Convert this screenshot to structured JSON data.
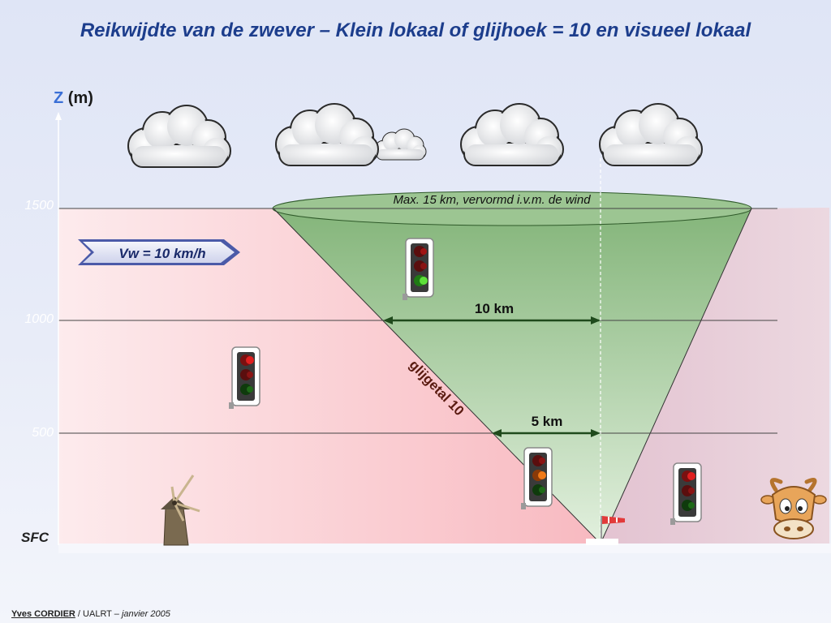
{
  "slide": {
    "title": "Reikwijdte van de zwever – Klein lokaal of glijhoek = 10 en visueel lokaal"
  },
  "axis": {
    "label_z": "Z",
    "label_unit": "(m)",
    "ticks": [
      "1500",
      "1000",
      "500"
    ],
    "ground_label": "SFC"
  },
  "annotations": {
    "cone_top": "Max. 15 km, vervormd i.v.m. de wind",
    "wind": "Vw = 10 km/h",
    "dist_1000": "10 km",
    "dist_500": "5 km",
    "glide": "glijgetal 10"
  },
  "footer": {
    "author": "Yves CORDIER",
    "org": " / UALRT – ",
    "date": "janvier 2005"
  },
  "colors": {
    "title": "#1c3d8c",
    "cone": "#8fbf85",
    "pink_zone": "#f9c6cb",
    "mauve_zone": "#e8cfd9",
    "wind_arrow": "#4b5aa8"
  },
  "icons": [
    "cloud-icon",
    "traffic-light-icon",
    "windmill-icon",
    "windsock-icon",
    "cow-icon"
  ]
}
